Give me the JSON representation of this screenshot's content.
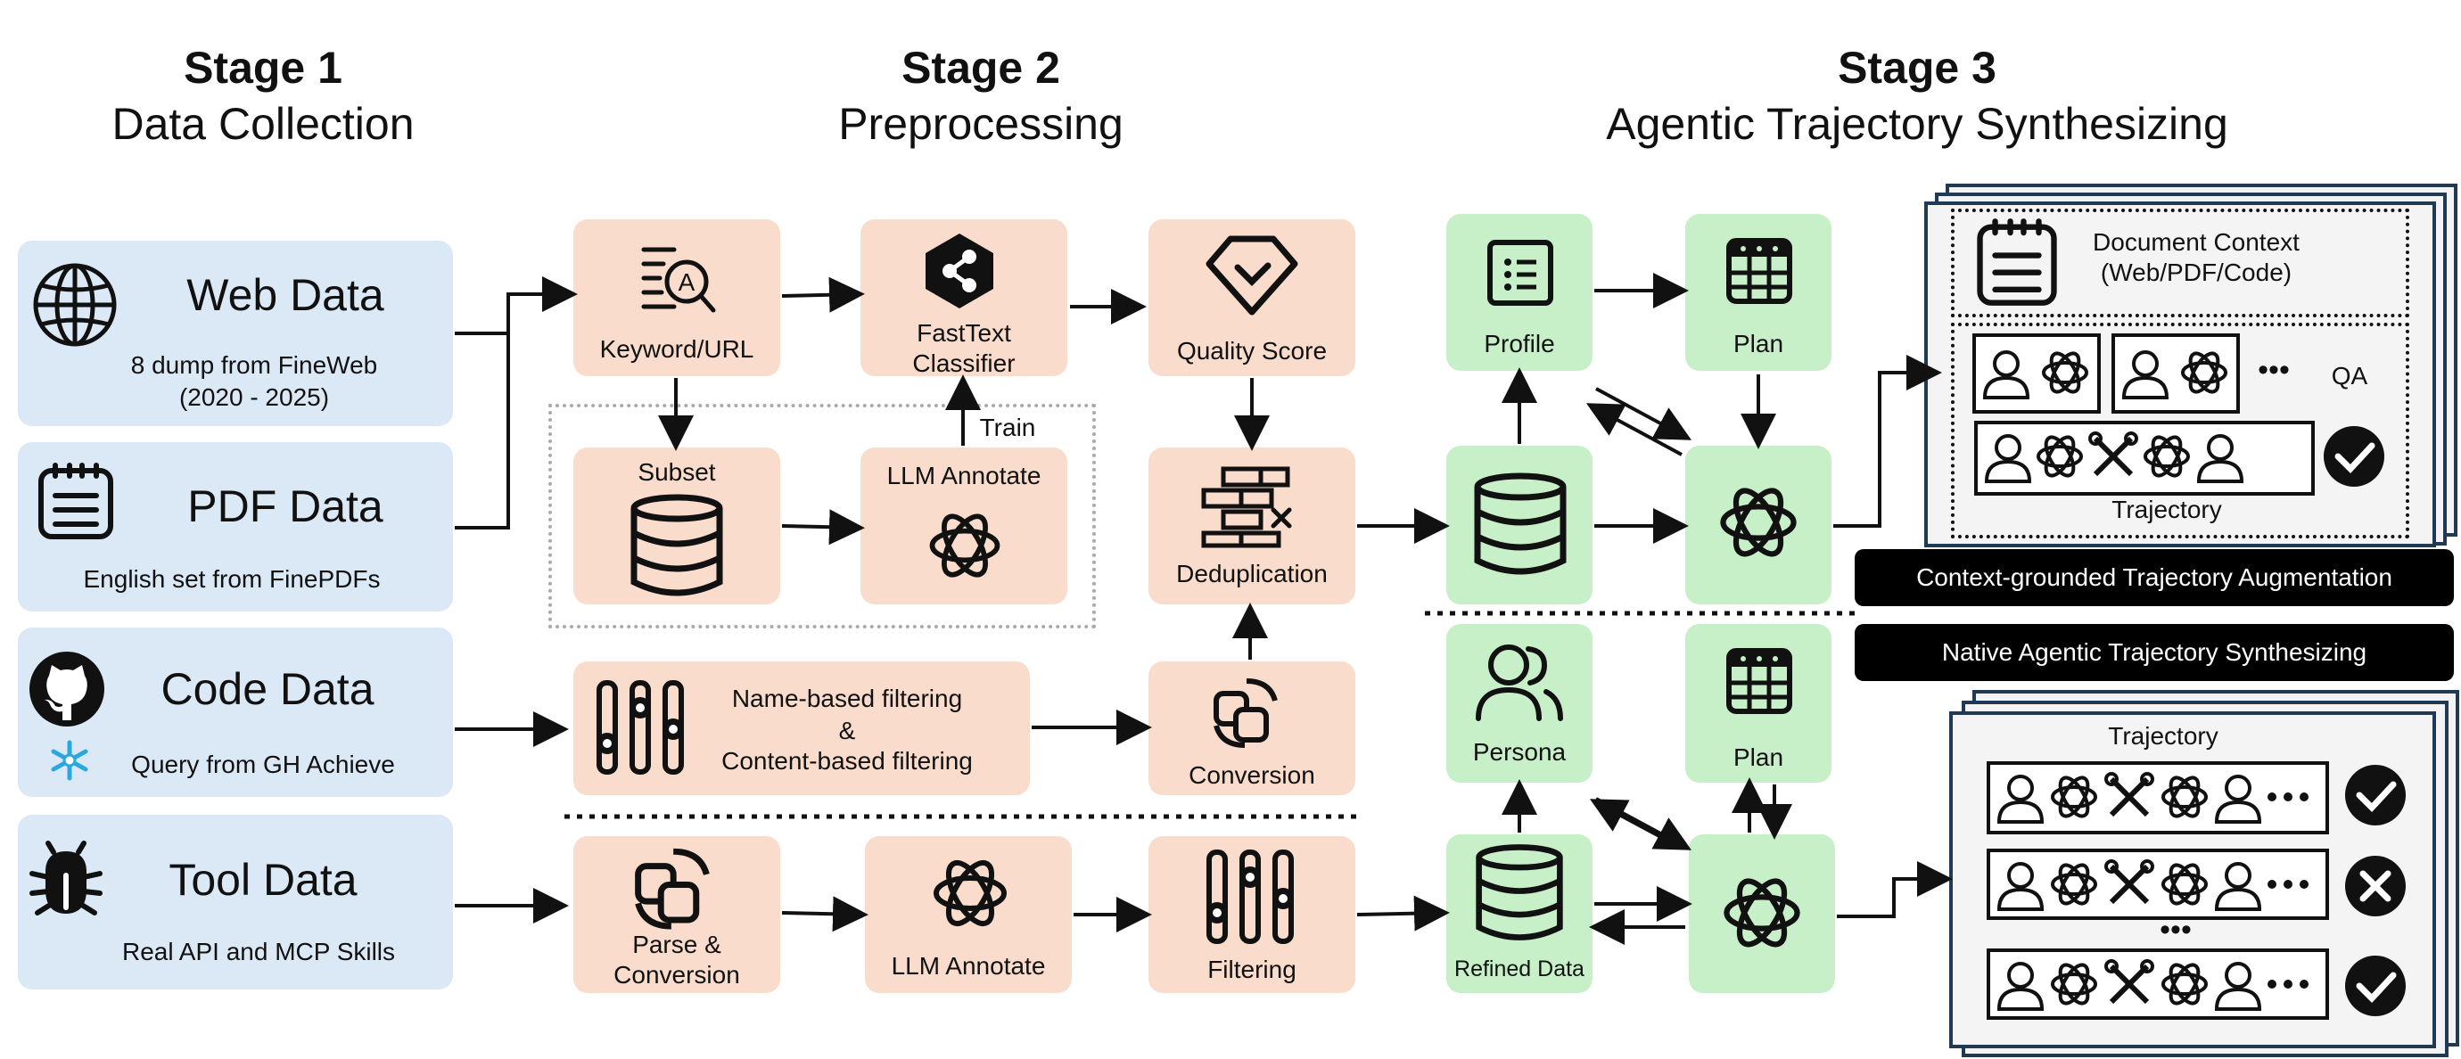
{
  "stages": [
    {
      "title": "Stage 1",
      "subtitle": "Data Collection"
    },
    {
      "title": "Stage 2",
      "subtitle": "Preprocessing"
    },
    {
      "title": "Stage 3",
      "subtitle": "Agentic Trajectory Synthesizing"
    }
  ],
  "sources": {
    "web": {
      "title": "Web Data",
      "desc1": "8 dump from FineWeb",
      "desc2": "(2020 - 2025)"
    },
    "pdf": {
      "title": "PDF Data",
      "desc": "English set from FinePDFs"
    },
    "code": {
      "title": "Code Data",
      "desc": "Query from GH Achieve"
    },
    "tool": {
      "title": "Tool Data",
      "desc": "Real API and MCP Skills"
    }
  },
  "preprocess": {
    "keyword": "Keyword/URL",
    "fasttext1": "FastText",
    "fasttext2": "Classifier",
    "quality": "Quality Score",
    "subset": "Subset",
    "llm_annotate": "LLM Annotate",
    "train": "Train",
    "dedup": "Deduplication",
    "name_filter1": "Name-based filtering",
    "name_filter2": "&",
    "name_filter3": "Content-based filtering",
    "conversion": "Conversion",
    "parse1": "Parse &",
    "parse2": "Conversion",
    "llm_annotate2": "LLM Annotate",
    "filtering": "Filtering"
  },
  "stage3": {
    "profile": "Profile",
    "plan": "Plan",
    "persona": "Persona",
    "plan2": "Plan",
    "refined": "Refined Data",
    "doc_context1": "Document Context",
    "doc_context2": "(Web/PDF/Code)",
    "qa": "QA",
    "trajectory": "Trajectory",
    "trajectory2": "Trajectory",
    "banner1": "Context-grounded Trajectory Augmentation",
    "banner2": "Native Agentic Trajectory Synthesizing",
    "dots": "•••"
  }
}
